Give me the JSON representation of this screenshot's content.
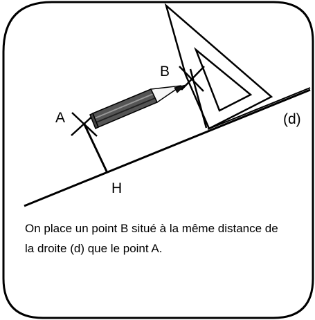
{
  "labels": {
    "point_a": "A",
    "point_b": "B",
    "point_h": "H",
    "line_d": "(d)"
  },
  "caption": "On place un point B situé à la même distance de la droite (d) que le point A.",
  "colors": {
    "stroke": "#000000",
    "pencil_body": "#666666",
    "pencil_dark": "#333333",
    "pencil_wood": "#f5f5f5",
    "background": "#ffffff"
  },
  "icons": [
    "pencil-icon",
    "set-square-icon"
  ]
}
